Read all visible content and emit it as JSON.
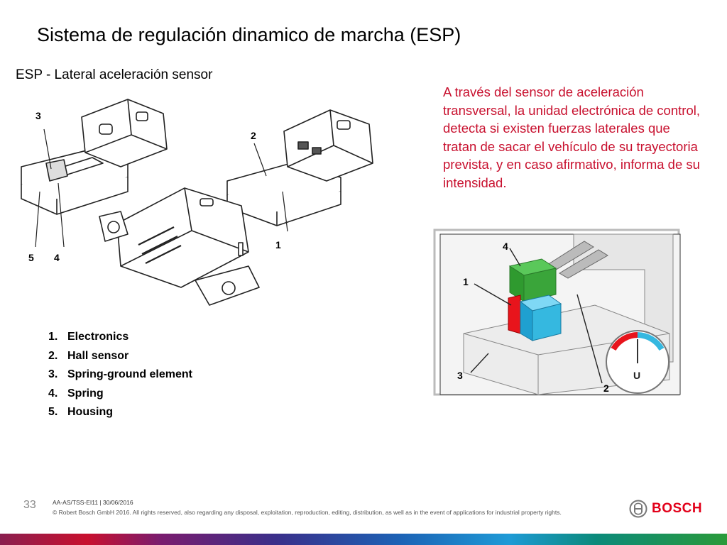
{
  "slide": {
    "title": "Sistema de regulación dinamico de marcha (ESP)",
    "subtitle": "ESP - Lateral aceleración sensor",
    "description": "A través del sensor de aceleración transversal, la unidad electrónica de control, detecta si existen fuerzas laterales que tratan de sacar el vehículo de su trayectoria prevista, y en caso afirmativo, informa de su intensidad."
  },
  "left_figure": {
    "callouts": [
      "3",
      "2",
      "5",
      "4",
      "1"
    ]
  },
  "right_figure": {
    "callouts": [
      "4",
      "1",
      "3",
      "2"
    ],
    "gauge_label": "U"
  },
  "parts": [
    {
      "num": "1.",
      "label": "Electronics"
    },
    {
      "num": "2.",
      "label": "Hall sensor"
    },
    {
      "num": "3.",
      "label": "Spring-ground element"
    },
    {
      "num": "4.",
      "label": "Spring"
    },
    {
      "num": "5.",
      "label": "Housing"
    }
  ],
  "footer": {
    "page": "33",
    "reference": "AA-AS/TSS-EI11 | 30/06/2016",
    "copyright": "© Robert Bosch GmbH 2016. All rights reserved, also regarding any disposal, exploitation, reproduction, editing, distribution, as well as in the event of applications for industrial property rights.",
    "brand": "BOSCH"
  },
  "colors": {
    "accent_red": "#c8102e",
    "bosch_red": "#e2001a",
    "block_green": "#3aa53a",
    "block_cyan": "#35b8e0",
    "block_red": "#e8141c"
  }
}
